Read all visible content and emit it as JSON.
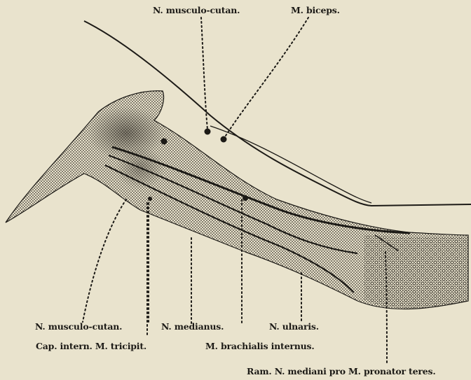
{
  "figure": {
    "labels": {
      "n_musculo_cutan_top": "N. musculo-cutan.",
      "m_biceps": "M. biceps.",
      "n_musculo_cutan_bottom": "N. musculo-cutan.",
      "n_medianus": "N. medianus.",
      "n_ulnaris": "N. ulnaris.",
      "cap_intern": "Cap. intern. M. tricipit.",
      "m_brachialis": "M. brachialis internus.",
      "ram_n_mediani": "Ram. N. mediani pro M. pronator teres."
    },
    "colors": {
      "paper": "#e9e3cd",
      "ink": "#1c1a16",
      "stipple": "#3a362e"
    }
  }
}
